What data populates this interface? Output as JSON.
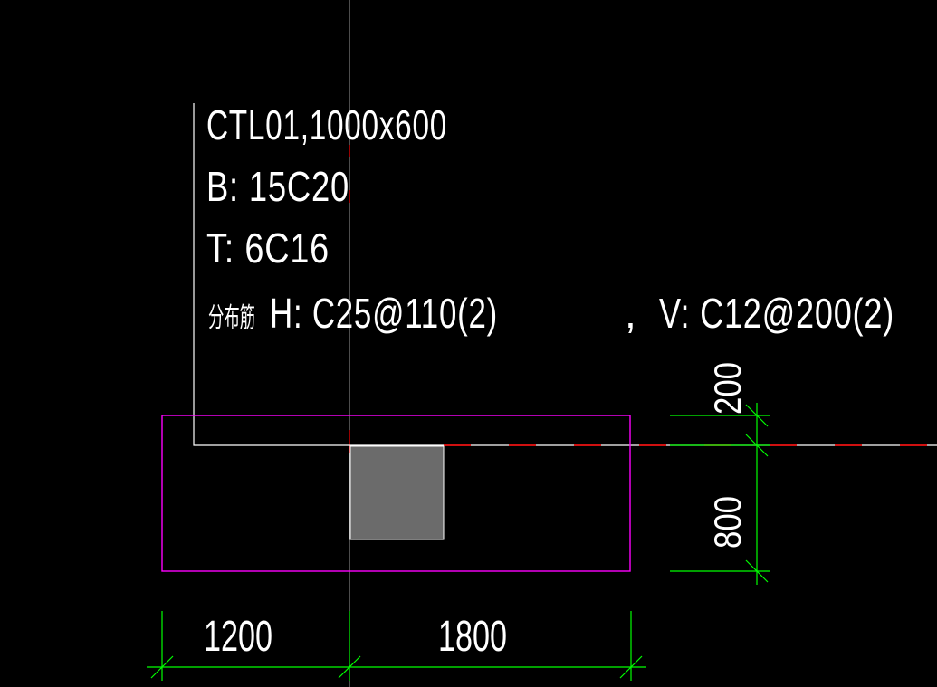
{
  "annotation": {
    "name_line": "CTL01,1000x600",
    "bottom_line": "B: 15C20",
    "top_line": "T: 6C16",
    "dist_label": "分布筋",
    "dist_h": "H: C25@110(2)",
    "dist_sep": ",",
    "dist_v": "V: C12@200(2)"
  },
  "dimensions": {
    "horizontal": [
      "1200",
      "1800"
    ],
    "vertical": [
      "200",
      "800"
    ]
  },
  "colors": {
    "background": "#000000",
    "text": "#ffffff",
    "beam_outline": "#ff00ff",
    "dimension": "#00ff00",
    "column_fill": "#6b6b6b",
    "axis": "#ffffff",
    "center_line": "#ff0000"
  }
}
